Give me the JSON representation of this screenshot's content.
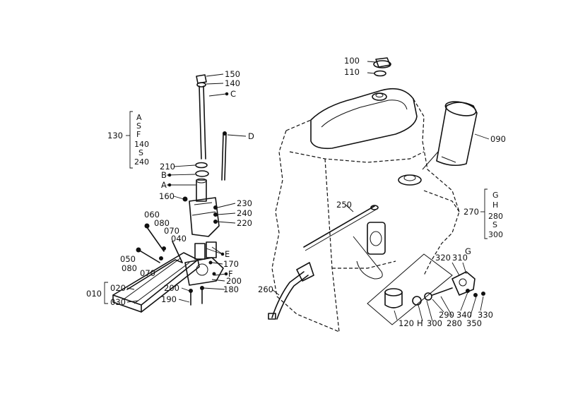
{
  "labels": {
    "p150": "150",
    "p140": "140",
    "pC": "C",
    "pD": "D",
    "p130": "130",
    "b130_a": "A",
    "b130_s1": "S",
    "b130_f": "F",
    "b130_140": "140",
    "b130_s2": "S",
    "b130_240": "240",
    "p210": "210",
    "pB": "B",
    "pA": "A",
    "p160": "160",
    "p230": "230",
    "p240": "240",
    "p220": "220",
    "p060": "060",
    "p080a": "080",
    "p070a": "070",
    "p040": "040",
    "pE": "E",
    "p170": "170",
    "pF": "F",
    "p200a": "200",
    "p050": "050",
    "p080b": "080",
    "p070b": "070",
    "p010": "010",
    "p020": "020",
    "p030": "030",
    "p200b": "200",
    "p180": "180",
    "p190": "190",
    "p100": "100",
    "p110": "110",
    "p090": "090",
    "p250": "250",
    "p260": "260",
    "p270": "270",
    "b270_g": "G",
    "b270_h": "H",
    "b270_280": "280",
    "b270_s": "S",
    "b270_300": "300",
    "p320": "320",
    "p310": "310",
    "pG": "G",
    "p120": "120",
    "pH": "H",
    "p300": "300",
    "p290": "290",
    "p280": "280",
    "p340": "340",
    "p350": "350",
    "p330": "330"
  }
}
